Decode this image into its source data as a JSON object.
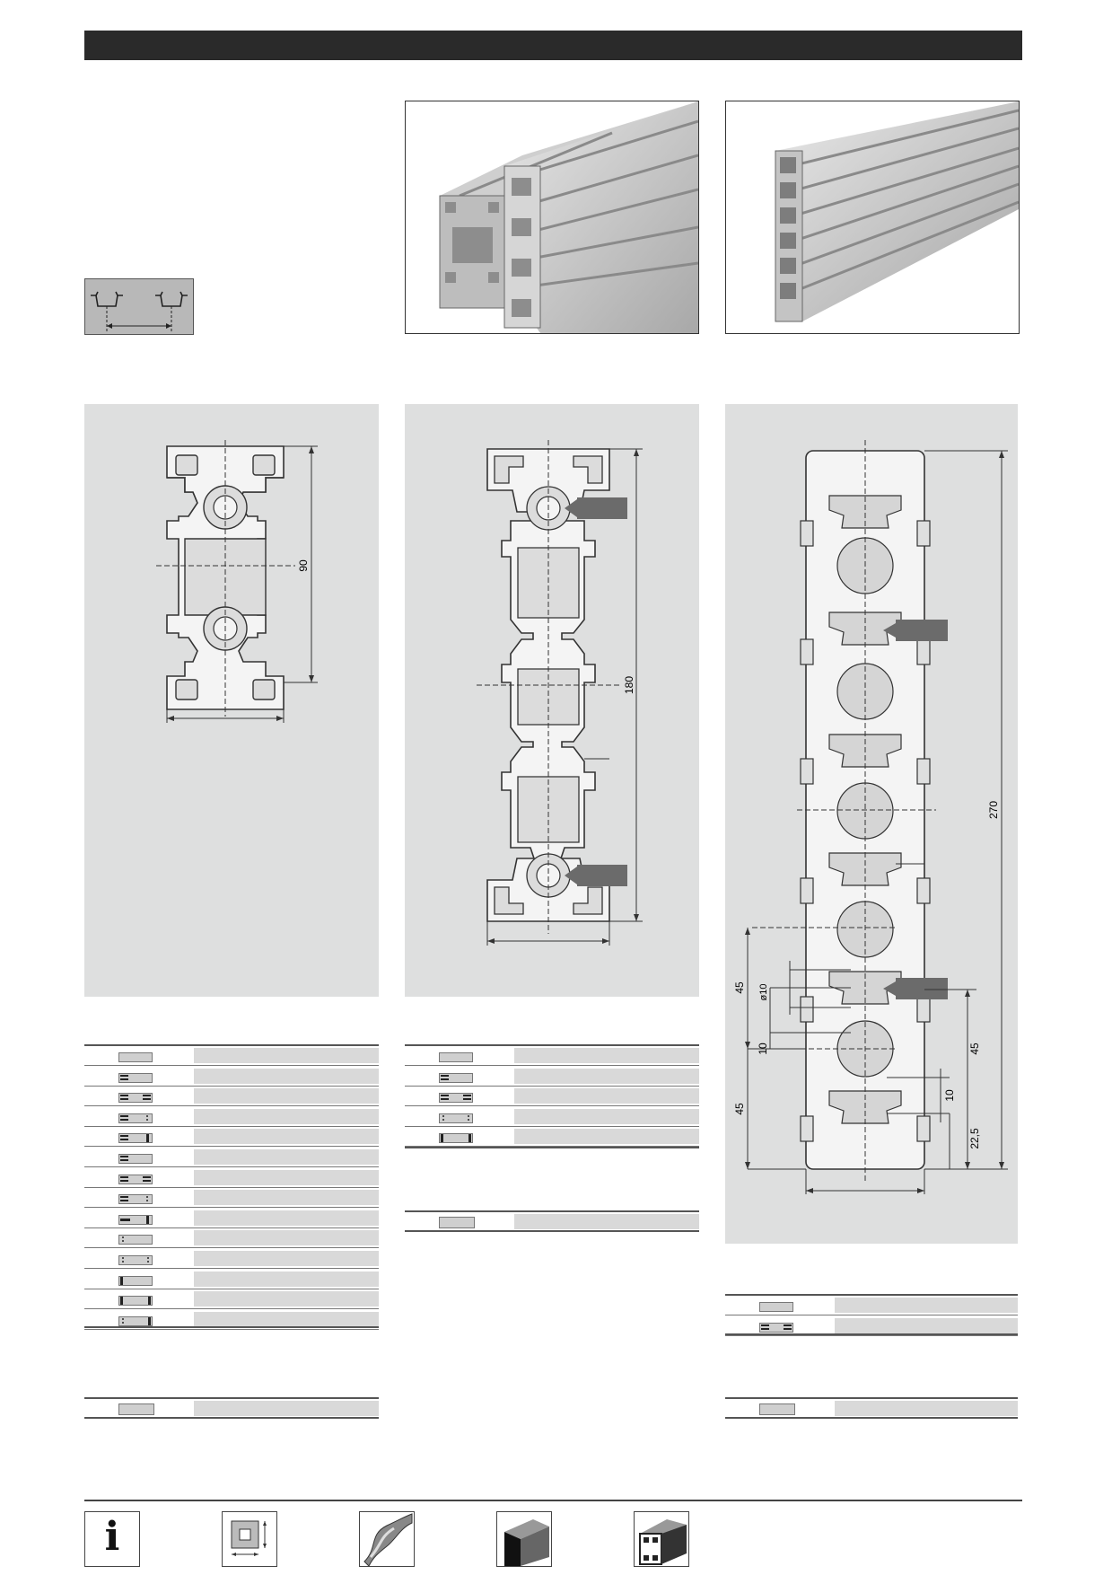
{
  "header": {
    "bar_color": "#2a2a2a"
  },
  "dimensions": {
    "p1_height": "90",
    "p2_height": "180",
    "p3_height": "270",
    "p3_d45_top": "45",
    "p3_d10_bore": "ø10",
    "p3_d10_left": "10",
    "p3_d45_bottom": "45",
    "p3_d45_right": "45",
    "p3_d10_right": "10",
    "p3_d22": "22,5"
  },
  "tables": {
    "col1_rows": 14,
    "col2_rows": 5,
    "col3_rows": 2
  },
  "footer": {
    "info_label": "i",
    "icons": [
      "info-icon",
      "profile-dimension-icon",
      "twisted-profile-icon",
      "profile-block-icon",
      "profile-corner-icon"
    ]
  },
  "colors": {
    "panel": "#dedfdf",
    "cell": "#d9d9d9",
    "arrow": "#6b6b6b"
  }
}
